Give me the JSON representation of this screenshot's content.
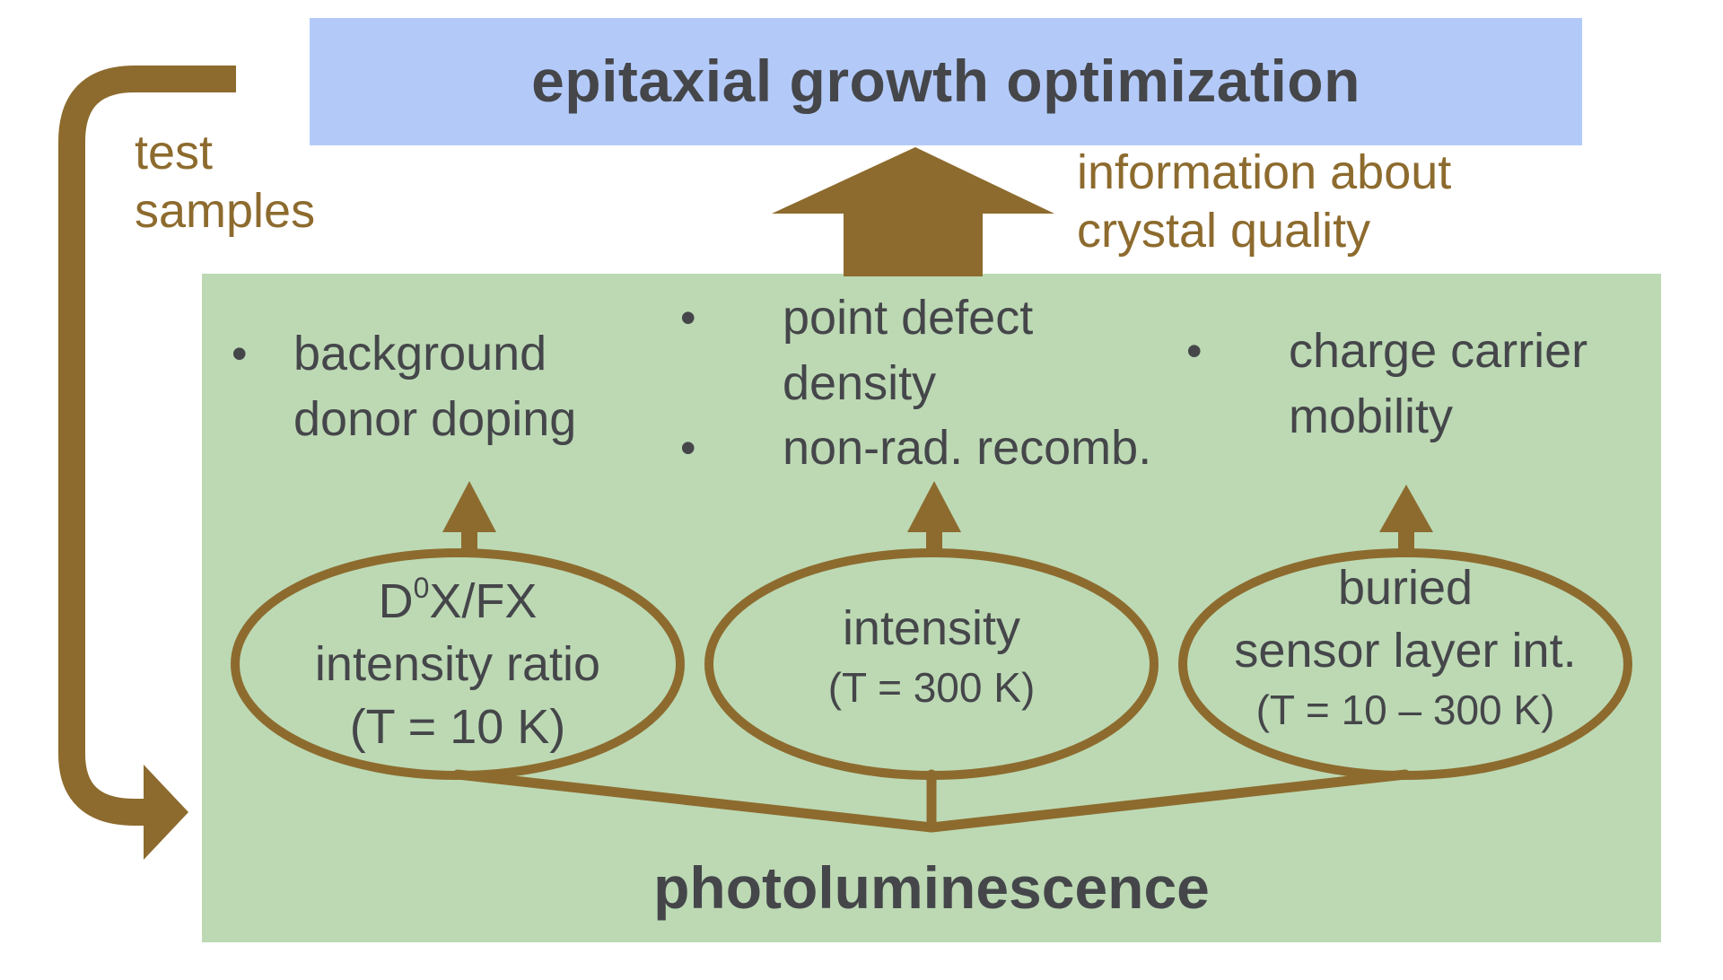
{
  "colors": {
    "blue_box": "#b3caf9",
    "green_box": "#bcd9b4",
    "brown": "#8d6b2e",
    "text_dark": "#45464a"
  },
  "top_box": {
    "title": "epitaxial growth optimization"
  },
  "left_loop": {
    "label_line1": "test",
    "label_line2": "samples"
  },
  "info_arrow": {
    "label_line1": "information about",
    "label_line2": "crystal quality"
  },
  "outputs": {
    "col1": {
      "bullet": "•",
      "line1": "background",
      "line2": "donor doping"
    },
    "col2": {
      "bullet1": "•",
      "item1_line1": "point defect",
      "item1_line2": "density",
      "bullet2": "•",
      "item2_line1": "non-rad. recomb."
    },
    "col3": {
      "bullet": "•",
      "line1": "charge carrier",
      "line2": "mobility"
    }
  },
  "measurements": {
    "m1": {
      "prefix": "D",
      "superscript": "0",
      "suffix": "X/FX",
      "line2": "intensity ratio",
      "line3": "(T = 10 K)"
    },
    "m2": {
      "line1": "intensity",
      "line2": "(T = 300 K)"
    },
    "m3": {
      "line1": "buried",
      "line2": "sensor layer int.",
      "line3": "(T = 10 – 300 K)"
    }
  },
  "bottom_box": {
    "title": "photoluminescence"
  }
}
